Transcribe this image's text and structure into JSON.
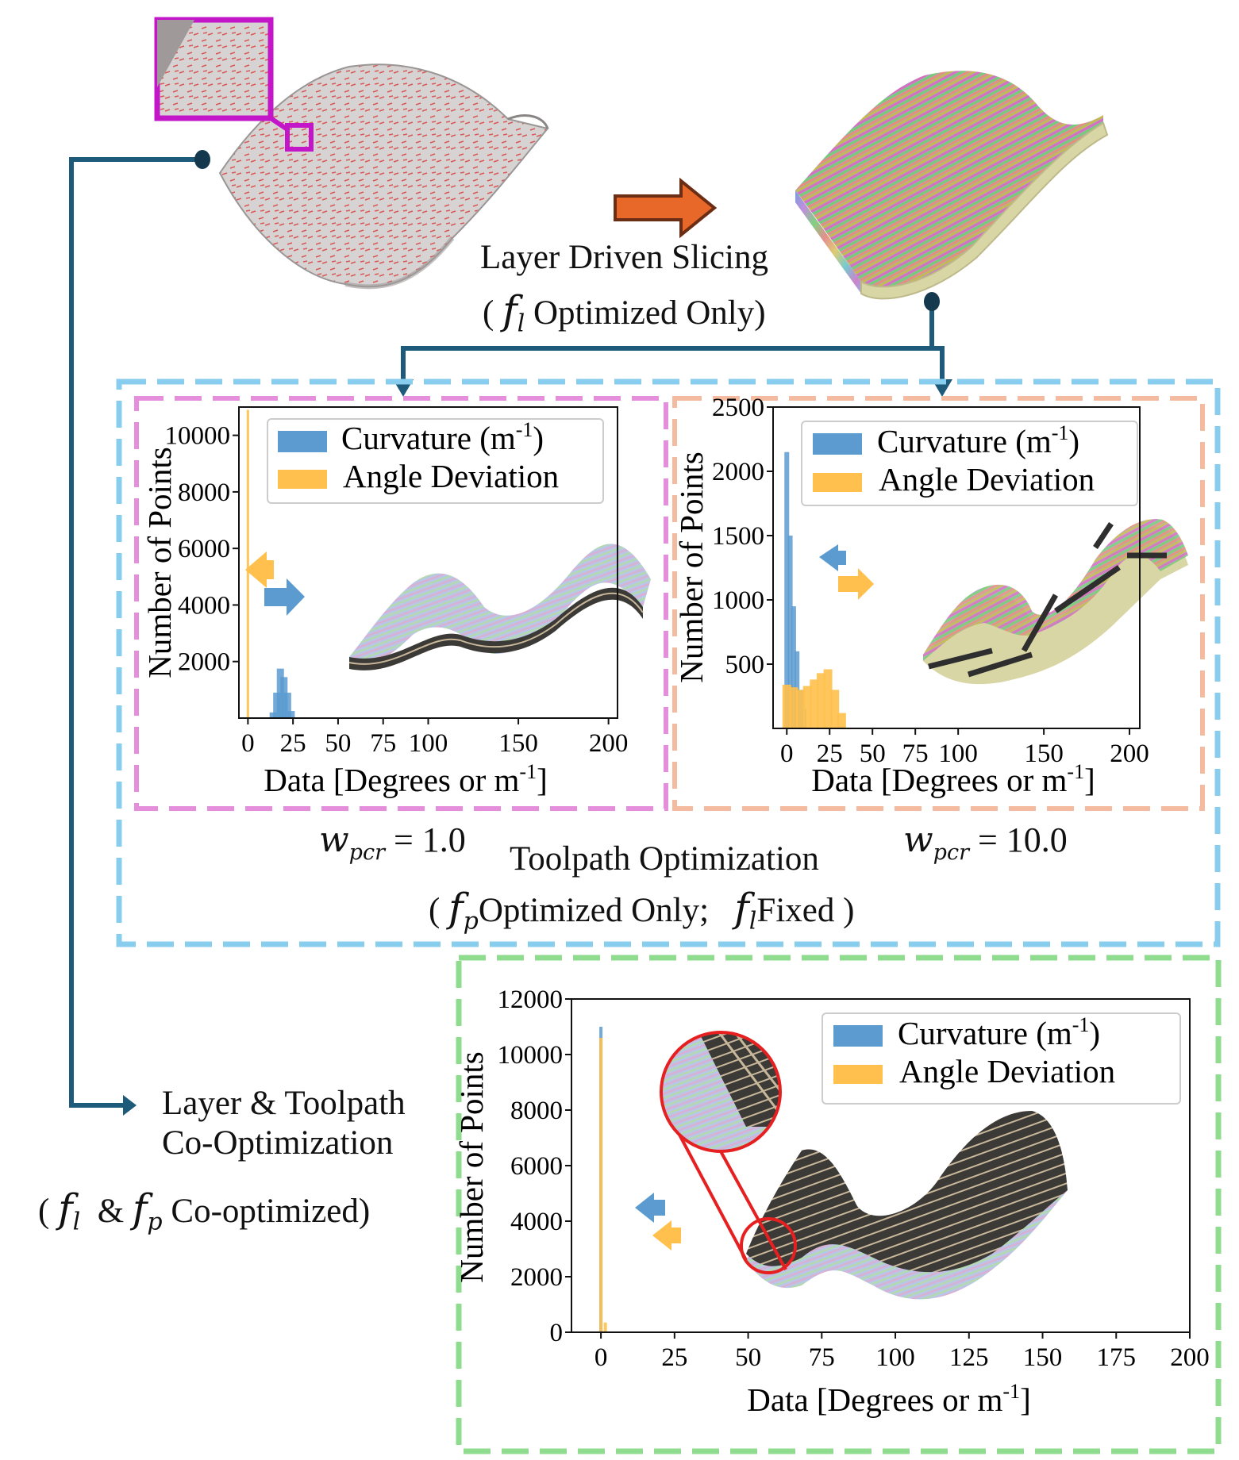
{
  "colors": {
    "curvature": "#5b9bd0",
    "angle_deviation": "#ffc04d",
    "flow_line": "#1e5a7a",
    "orange_arrow": "#e8682a",
    "magenta": "#c316c9",
    "box_blue": "#88ccee",
    "box_pink": "#e58fdc",
    "box_peach": "#f4bba0",
    "box_green": "#8fdc8f",
    "zoom_red": "#e62020"
  },
  "top": {
    "slicing_label": "Layer Driven Slicing",
    "slicing_sub_prefix": "(",
    "slicing_sub_f": "f",
    "slicing_sub_sub": "l",
    "slicing_sub_text": " Optimized Only)"
  },
  "toolpath": {
    "title": "Toolpath Optimization",
    "sub_open": "(",
    "f1": "f",
    "f1_sub": "p",
    "mid": "Optimized Only;",
    "f2": "f",
    "f2_sub": "l",
    "end": "Fixed )",
    "w_left_var": "w",
    "w_left_sub": "pcr",
    "w_left_val": " = 1.0",
    "w_right_var": "w",
    "w_right_sub": "pcr",
    "w_right_val": " = 10.0"
  },
  "coopt": {
    "line1": "Layer & Toolpath",
    "line2": "Co-Optimization",
    "sub_open": "(",
    "f1": "f",
    "f1_sub": "l",
    "amp": "&",
    "f2": "f",
    "f2_sub": "p",
    "end": "Co-optimized)"
  },
  "chart_data": [
    {
      "type": "bar",
      "ylabel": "Number of Points",
      "xlabel": "Data [Degrees or m-1]",
      "xlim": [
        -5,
        205
      ],
      "ylim": [
        0,
        11000
      ],
      "xticks": [
        0,
        25,
        50,
        75,
        100,
        150,
        200
      ],
      "yticks": [
        2000,
        4000,
        6000,
        8000,
        10000
      ],
      "legend": [
        "Curvature (m-1)",
        "Angle Deviation"
      ],
      "legend_position": "top",
      "series": [
        {
          "name": "Curvature (m-1)",
          "x": [
            14,
            16,
            18,
            20,
            22,
            24
          ],
          "values": [
            200,
            900,
            1750,
            1450,
            900,
            250
          ]
        },
        {
          "name": "Angle Deviation",
          "x": [
            0
          ],
          "values": [
            10900
          ]
        }
      ]
    },
    {
      "type": "bar",
      "ylabel": "Number of Points",
      "xlabel": "Data [Degrees or m-1]",
      "xlim": [
        -8,
        206
      ],
      "ylim": [
        0,
        2500
      ],
      "xticks": [
        0,
        25,
        50,
        75,
        100,
        150,
        200
      ],
      "yticks": [
        500,
        1000,
        1500,
        2000,
        2500
      ],
      "legend": [
        "Curvature (m-1)",
        "Angle Deviation"
      ],
      "legend_position": "top",
      "series": [
        {
          "name": "Curvature (m-1)",
          "x": [
            0,
            2,
            4,
            6,
            8,
            10
          ],
          "values": [
            2150,
            1500,
            950,
            600,
            300,
            150
          ]
        },
        {
          "name": "Angle Deviation",
          "x": [
            0,
            4,
            8,
            12,
            16,
            20,
            24,
            28,
            32
          ],
          "values": [
            340,
            320,
            300,
            330,
            380,
            430,
            460,
            300,
            120
          ]
        }
      ]
    },
    {
      "type": "bar",
      "ylabel": "Number of Points",
      "xlabel": "Data [Degrees or m-1]",
      "xlim": [
        -10,
        200
      ],
      "ylim": [
        0,
        12000
      ],
      "xticks": [
        0,
        25,
        50,
        75,
        100,
        125,
        150,
        175,
        200
      ],
      "yticks": [
        0,
        2000,
        4000,
        6000,
        8000,
        10000,
        12000
      ],
      "legend": [
        "Curvature (m-1)",
        "Angle Deviation"
      ],
      "legend_position": "top-right",
      "series": [
        {
          "name": "Curvature (m-1)",
          "x": [
            0
          ],
          "values": [
            11000
          ]
        },
        {
          "name": "Angle Deviation",
          "x": [
            0,
            1.5
          ],
          "values": [
            10600,
            350
          ]
        }
      ]
    }
  ]
}
